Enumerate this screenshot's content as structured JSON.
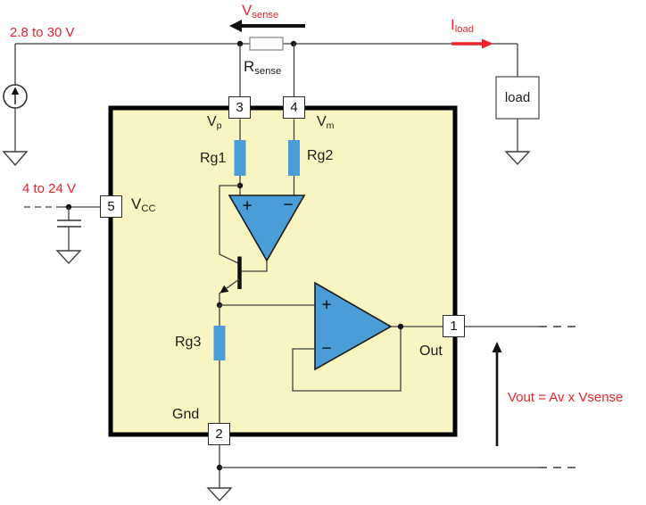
{
  "colors": {
    "red": "#e8232e",
    "blue": "#4a9dd6",
    "ic_fill": "#f8f5c3",
    "wire": "#3f3f3f"
  },
  "top_rail": {
    "supply_label": "2.8 to 30 V",
    "vsense": {
      "base": "V",
      "sub": "sense"
    },
    "rsense": {
      "base": "R",
      "sub": "sense"
    },
    "iload": {
      "base": "I",
      "sub": "load"
    },
    "load_label": "load"
  },
  "vcc_rail": {
    "supply_label": "4 to 24 V",
    "vcc": {
      "base": "V",
      "sub": "CC"
    }
  },
  "ic": {
    "pins": {
      "vp_num": "3",
      "vm_num": "4",
      "vcc_num": "5",
      "out_num": "1",
      "gnd_num": "2"
    },
    "labels": {
      "vp": {
        "base": "V",
        "sub": "p"
      },
      "vm": {
        "base": "V",
        "sub": "m"
      },
      "rg1": "Rg1",
      "rg2": "Rg2",
      "rg3": "Rg3",
      "gnd": "Gnd",
      "out": "Out"
    },
    "opamp1": {
      "plus": "+",
      "minus": "−"
    },
    "opamp2": {
      "plus": "+",
      "minus": "−"
    }
  },
  "output": {
    "equation": "Vout = Av x Vsense"
  }
}
